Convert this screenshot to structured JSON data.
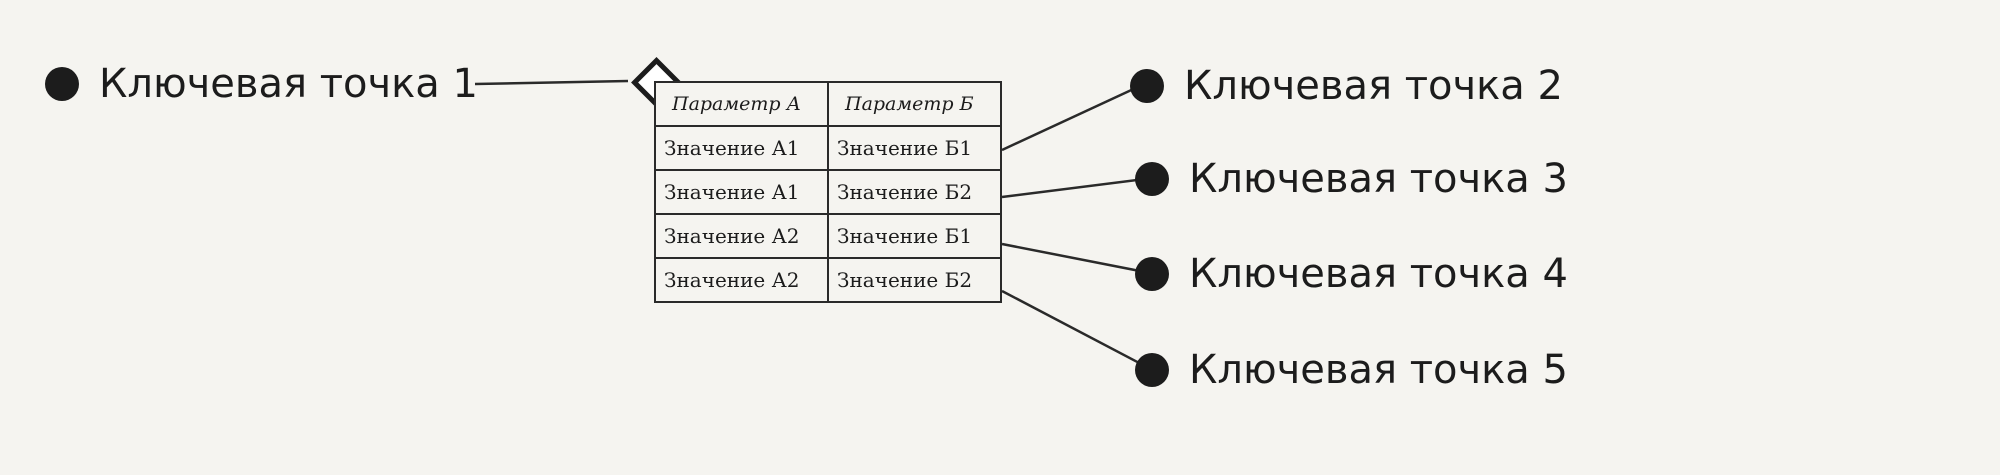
{
  "key_points": [
    {
      "label": "Ключевая точка 1"
    },
    {
      "label": "Ключевая точка 2"
    },
    {
      "label": "Ключевая точка 3"
    },
    {
      "label": "Ключевая точка 4"
    },
    {
      "label": "Ключевая точка 5"
    }
  ],
  "table": {
    "headers": [
      "Параметр А",
      "Параметр Б"
    ],
    "rows": [
      [
        "Значение А1",
        "Значение Б1"
      ],
      [
        "Значение А1",
        "Значение Б2"
      ],
      [
        "Значение А2",
        "Значение Б1"
      ],
      [
        "Значение А2",
        "Значение Б2"
      ]
    ]
  },
  "colors": {
    "background": "#f5f4f0",
    "ink": "#1c1c1c"
  }
}
